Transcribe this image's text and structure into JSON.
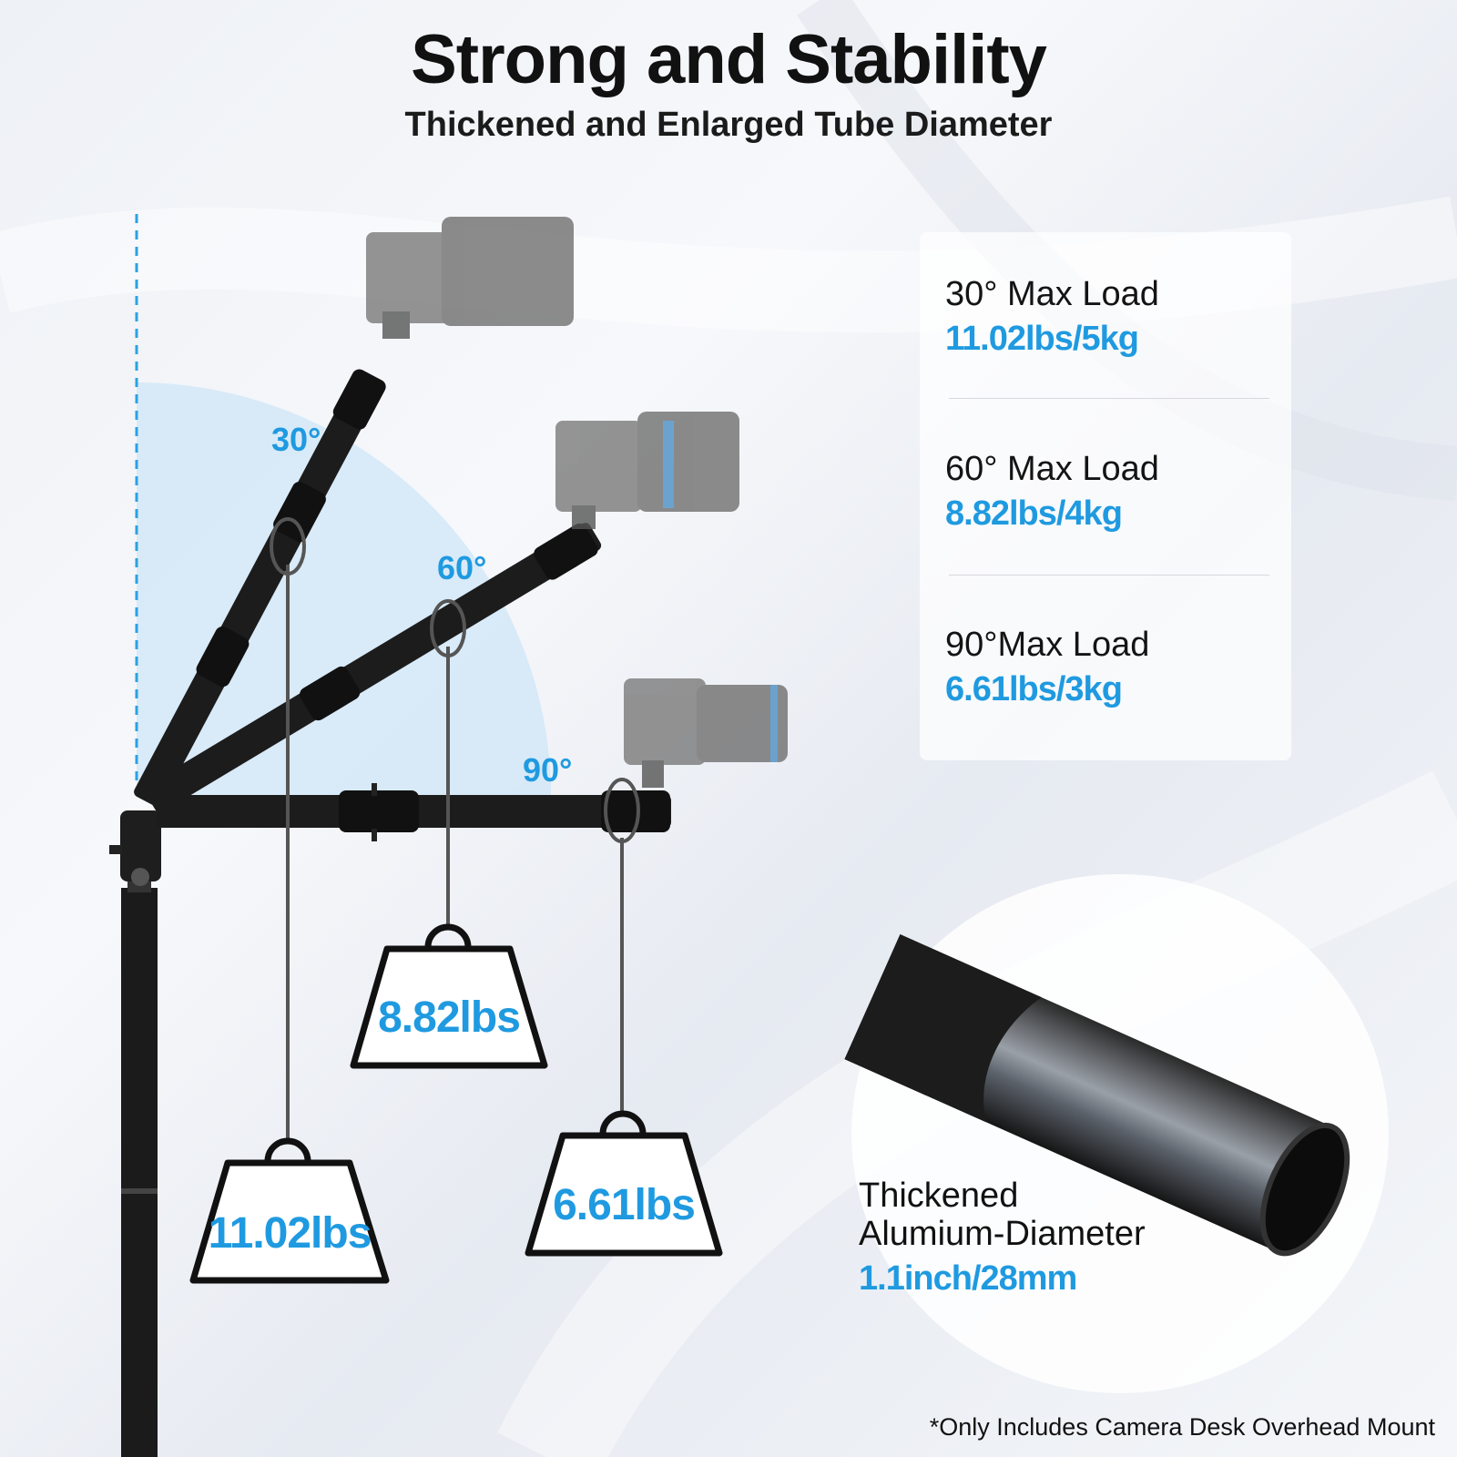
{
  "header": {
    "title": "Strong and Stability",
    "subtitle": "Thickened and Enlarged Tube Diameter"
  },
  "diagram": {
    "angles": [
      "30°",
      "60°",
      "90°"
    ],
    "weights": [
      "8.82lbs",
      "11.02lbs",
      "6.61lbs"
    ]
  },
  "specs": [
    {
      "label": "30° Max Load",
      "value": "11.02lbs/5kg"
    },
    {
      "label": "60° Max Load",
      "value": "8.82lbs/4kg"
    },
    {
      "label": "90°Max Load",
      "value": "6.61lbs/3kg"
    }
  ],
  "tube": {
    "line1": "Thickened",
    "line2": "Alumium-Diameter",
    "value": "1.1inch/28mm"
  },
  "footnote": "*Only Includes Camera Desk Overhead Mount",
  "colors": {
    "accent": "#1f9ae0",
    "arm": "#1a1a1a",
    "sector": "#cfe6f7"
  }
}
